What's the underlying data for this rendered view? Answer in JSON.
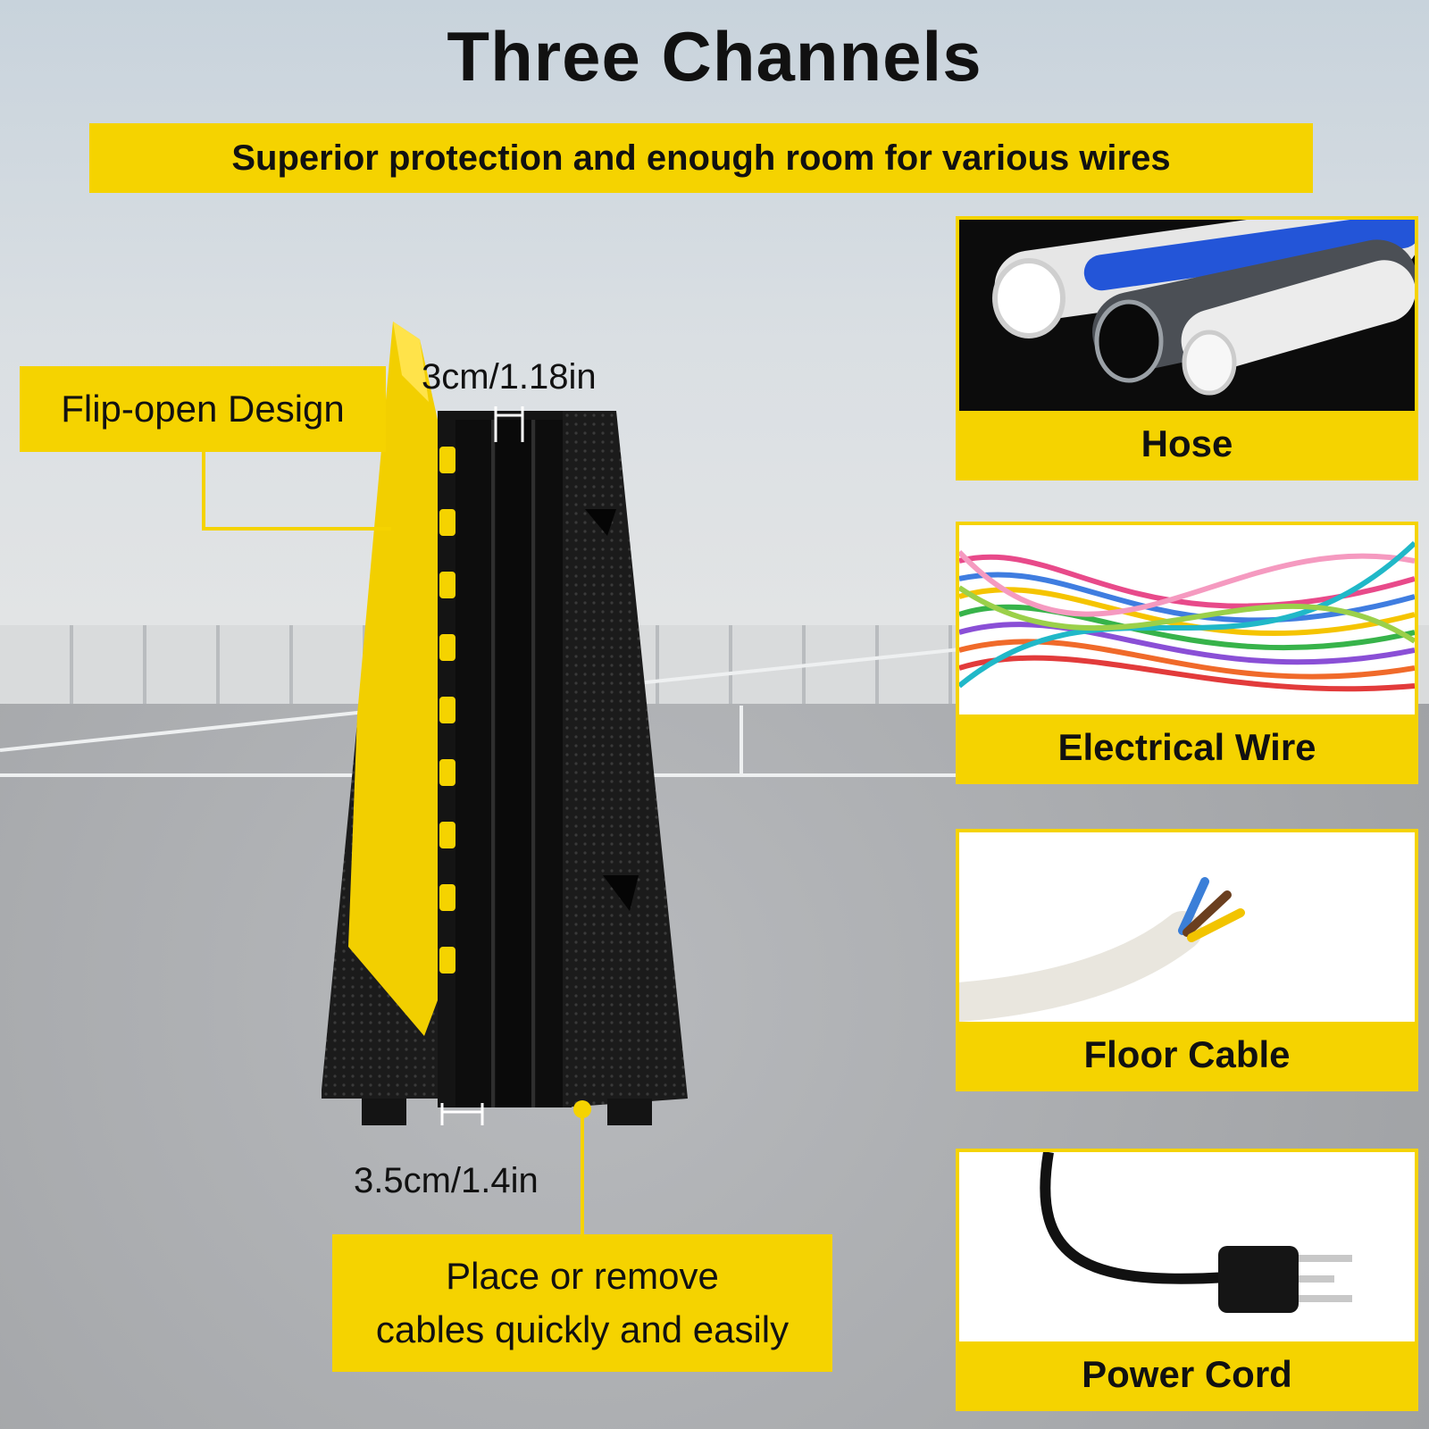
{
  "title": "Three Channels",
  "banner": "Superior protection and enough room for various wires",
  "callouts": {
    "flip_open": "Flip-open Design",
    "place_line1": "Place or remove",
    "place_line2": "cables quickly and easily"
  },
  "dimensions": {
    "top": "3cm/1.18in",
    "bottom": "3.5cm/1.4in"
  },
  "uses": [
    {
      "label": "Hose"
    },
    {
      "label": "Electrical Wire"
    },
    {
      "label": "Floor Cable"
    },
    {
      "label": "Power Cord"
    }
  ],
  "colors": {
    "accent": "#f5d300",
    "ramp_body": "#1a1a1a",
    "text": "#111111"
  }
}
